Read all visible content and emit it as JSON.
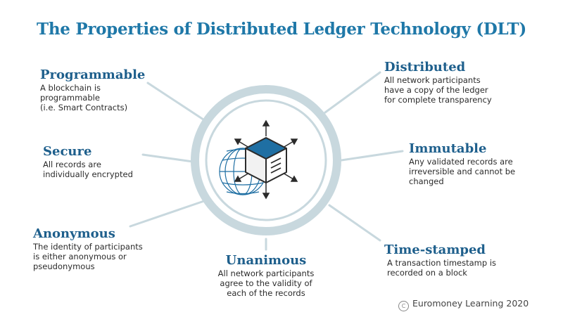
{
  "title": "The Properties of Distributed Ledger Technology (DLT)",
  "properties": {
    "programmable": {
      "heading": "Programmable",
      "text": "A blockchain is\nprogrammable\n(i.e. Smart Contracts)"
    },
    "secure": {
      "heading": "Secure",
      "text": "All records are\nindividually encrypted"
    },
    "anonymous": {
      "heading": "Anonymous",
      "text": "The identity of participants\nis either anonymous or\npseudonymous"
    },
    "unanimous": {
      "heading": "Unanimous",
      "text": "All network participants\nagree to the validity of\neach of the records"
    },
    "distributed": {
      "heading": "Distributed",
      "text": "All network participants\nhave a copy of the ledger\nfor complete transparency"
    },
    "immutable": {
      "heading": "Immutable",
      "text": "Any validated records are\nirreversible and cannot be\nchanged"
    },
    "timestamped": {
      "heading": "Time-stamped",
      "text": "A transaction timestamp is\nrecorded on a block"
    }
  },
  "credit": "Euromoney Learning 2020",
  "colors": {
    "title": "#1f78a8",
    "heading": "#1e5f8c",
    "ring": "#c5d5dc",
    "cube_top": "#1f6fa3"
  }
}
